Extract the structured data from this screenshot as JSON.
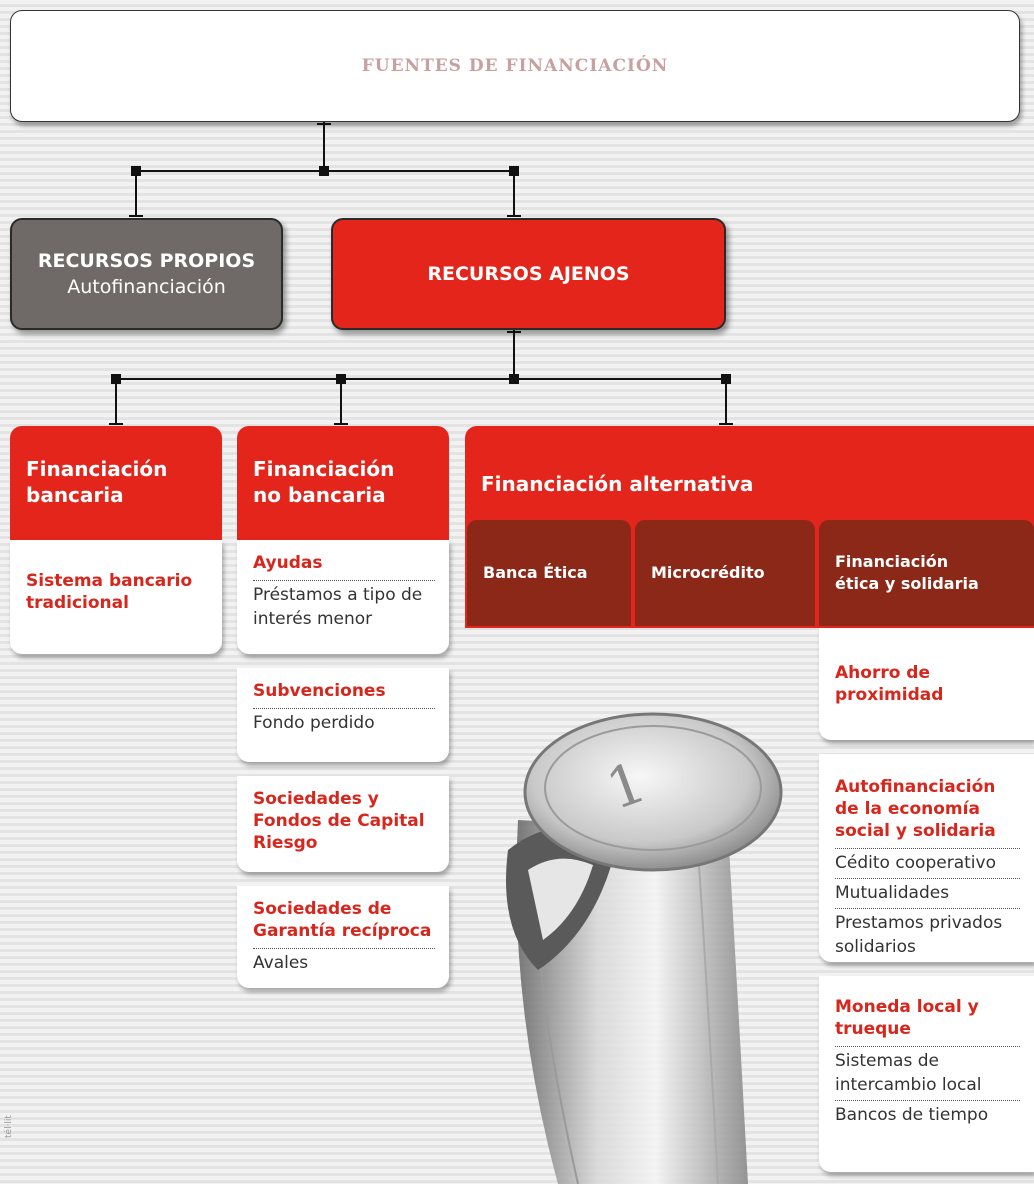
{
  "title": "FUENTES DE FINANCIACIÓN",
  "recursos_propios": {
    "title": "RECURSOS PROPIOS",
    "subtitle": "Autofinanciación"
  },
  "recursos_ajenos": {
    "title": "RECURSOS AJENOS"
  },
  "bancaria": {
    "heading": "Financiación bancaria",
    "item": "Sistema bancario tradicional"
  },
  "no_bancaria": {
    "heading": "Financiación no bancaria",
    "ayudas": {
      "title": "Ayudas",
      "text": "Préstamos a tipo de interés menor"
    },
    "subvenciones": {
      "title": "Subvenciones",
      "text": "Fondo perdido"
    },
    "capital_riesgo": {
      "title": "Sociedades y Fondos de Capital Riesgo"
    },
    "garantia": {
      "title": "Sociedades de Garantía recíproca",
      "text": "Avales"
    }
  },
  "alternativa": {
    "heading": "Financiación alternativa",
    "banca_etica": "Banca Ética",
    "microcredito": "Microcrédito",
    "etica_solidaria": "Financiación ética y solidaria",
    "ahorro": "Ahorro de proximidad",
    "autofinanciacion": {
      "title": "Autofinanciación de la economía social y solidaria",
      "items": [
        "Cédito cooperativo",
        "Mutualidades",
        "Prestamos privados solidarios"
      ]
    },
    "moneda": {
      "title": "Moneda local y trueque",
      "items": [
        "Sistemas de intercambio local",
        "Bancos de tiempo"
      ]
    }
  },
  "credit": "tél·lit",
  "colors": {
    "red": "#e3251b",
    "dark_red": "#8c2818",
    "gray": "#6f6a67"
  }
}
